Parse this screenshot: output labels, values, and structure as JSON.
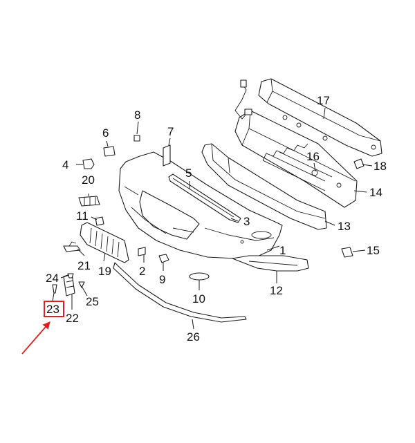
{
  "diagram": {
    "callouts": [
      "1",
      "2",
      "3",
      "4",
      "5",
      "6",
      "7",
      "8",
      "9",
      "10",
      "11",
      "12",
      "13",
      "14",
      "15",
      "16",
      "17",
      "18",
      "19",
      "20",
      "21",
      "22",
      "23",
      "24",
      "25",
      "26"
    ],
    "highlighted_callout": "23",
    "highlight_color": "#e02020",
    "pointer_arrow_color": "#e02020"
  }
}
